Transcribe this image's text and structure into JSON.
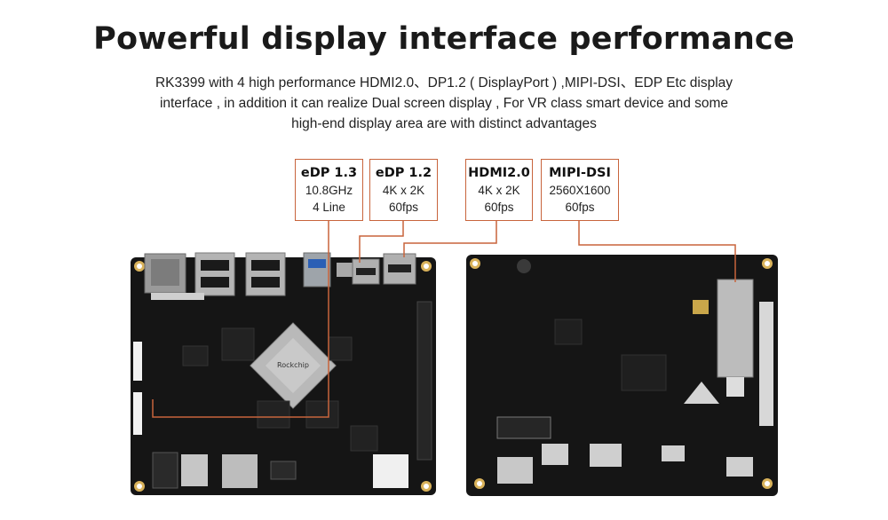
{
  "title": "Powerful display interface performance",
  "description": [
    "RK3399 with 4 high performance HDMI2.0、DP1.2 ( DisplayPort ) ,MIPI-DSI、EDP Etc display",
    "interface , in addition it can realize Dual screen display ,  For VR class  smart device and some",
    "high-end display area are with distinct advantages"
  ],
  "callouts": [
    {
      "name": "eDP 1.3",
      "line1": "10.8GHz",
      "line2": "4 Line"
    },
    {
      "name": "eDP 1.2",
      "line1": "4K x 2K",
      "line2": "60fps"
    },
    {
      "name": "HDMI2.0",
      "line1": "4K x 2K",
      "line2": "60fps"
    },
    {
      "name": "MIPI-DSI",
      "line1": "2560X1600",
      "line2": "60fps"
    }
  ],
  "colors": {
    "callout_border": "#c8643c",
    "board": "#141414",
    "chip": "#b8b8b8"
  }
}
